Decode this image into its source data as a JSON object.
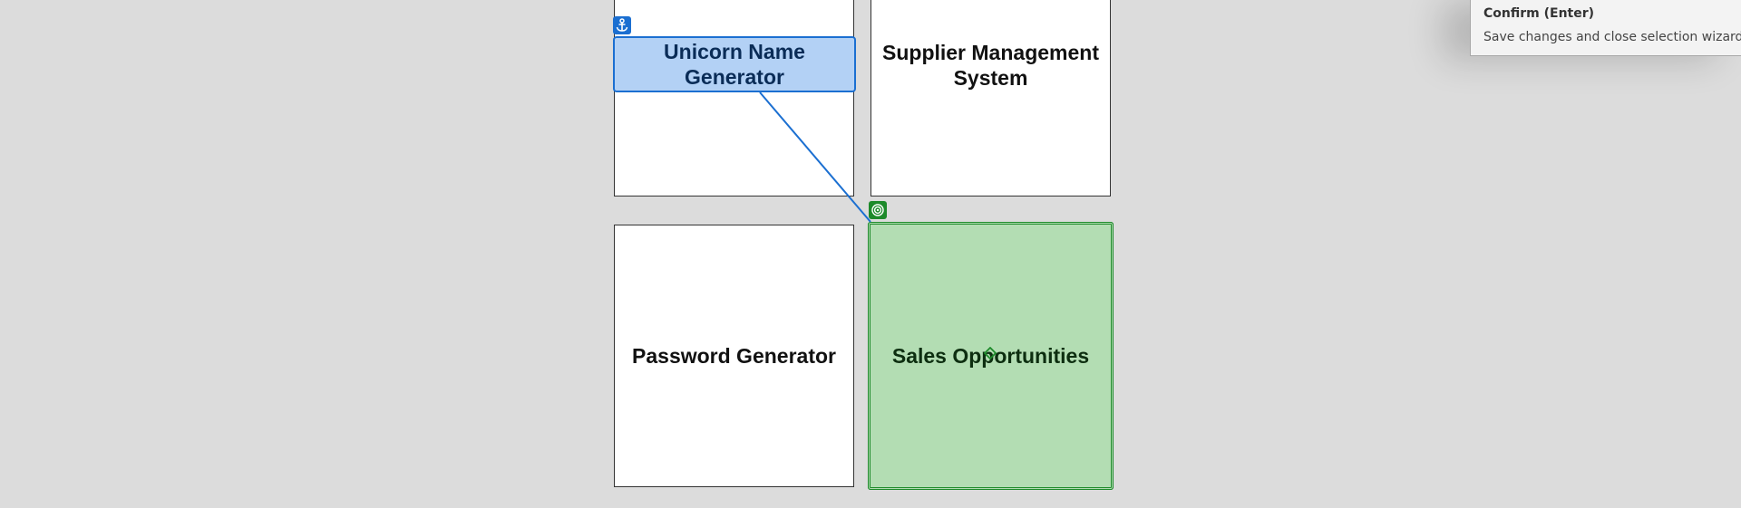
{
  "diagram": {
    "boxes": [
      {
        "id": "unicorn",
        "label": "Unicorn Name Generator"
      },
      {
        "id": "supplier",
        "label": "Supplier Management System"
      },
      {
        "id": "password",
        "label": "Password Generator"
      },
      {
        "id": "sales",
        "label": "Sales Opportunities"
      }
    ],
    "connector": {
      "from": "Unicorn Name Generator",
      "to": "Sales Opportunities"
    },
    "anchor_icon": "anchor-icon",
    "target_icon": "target-icon",
    "colors": {
      "source_fill": "#b3d1f5",
      "source_border": "#1b6fd1",
      "target_fill": "#b3ddb3",
      "target_border": "#1d8a2a",
      "canvas": "#dcdcdc"
    }
  },
  "tooltip": {
    "title": "Confirm (Enter)",
    "description": "Save changes and close selection wizard."
  }
}
